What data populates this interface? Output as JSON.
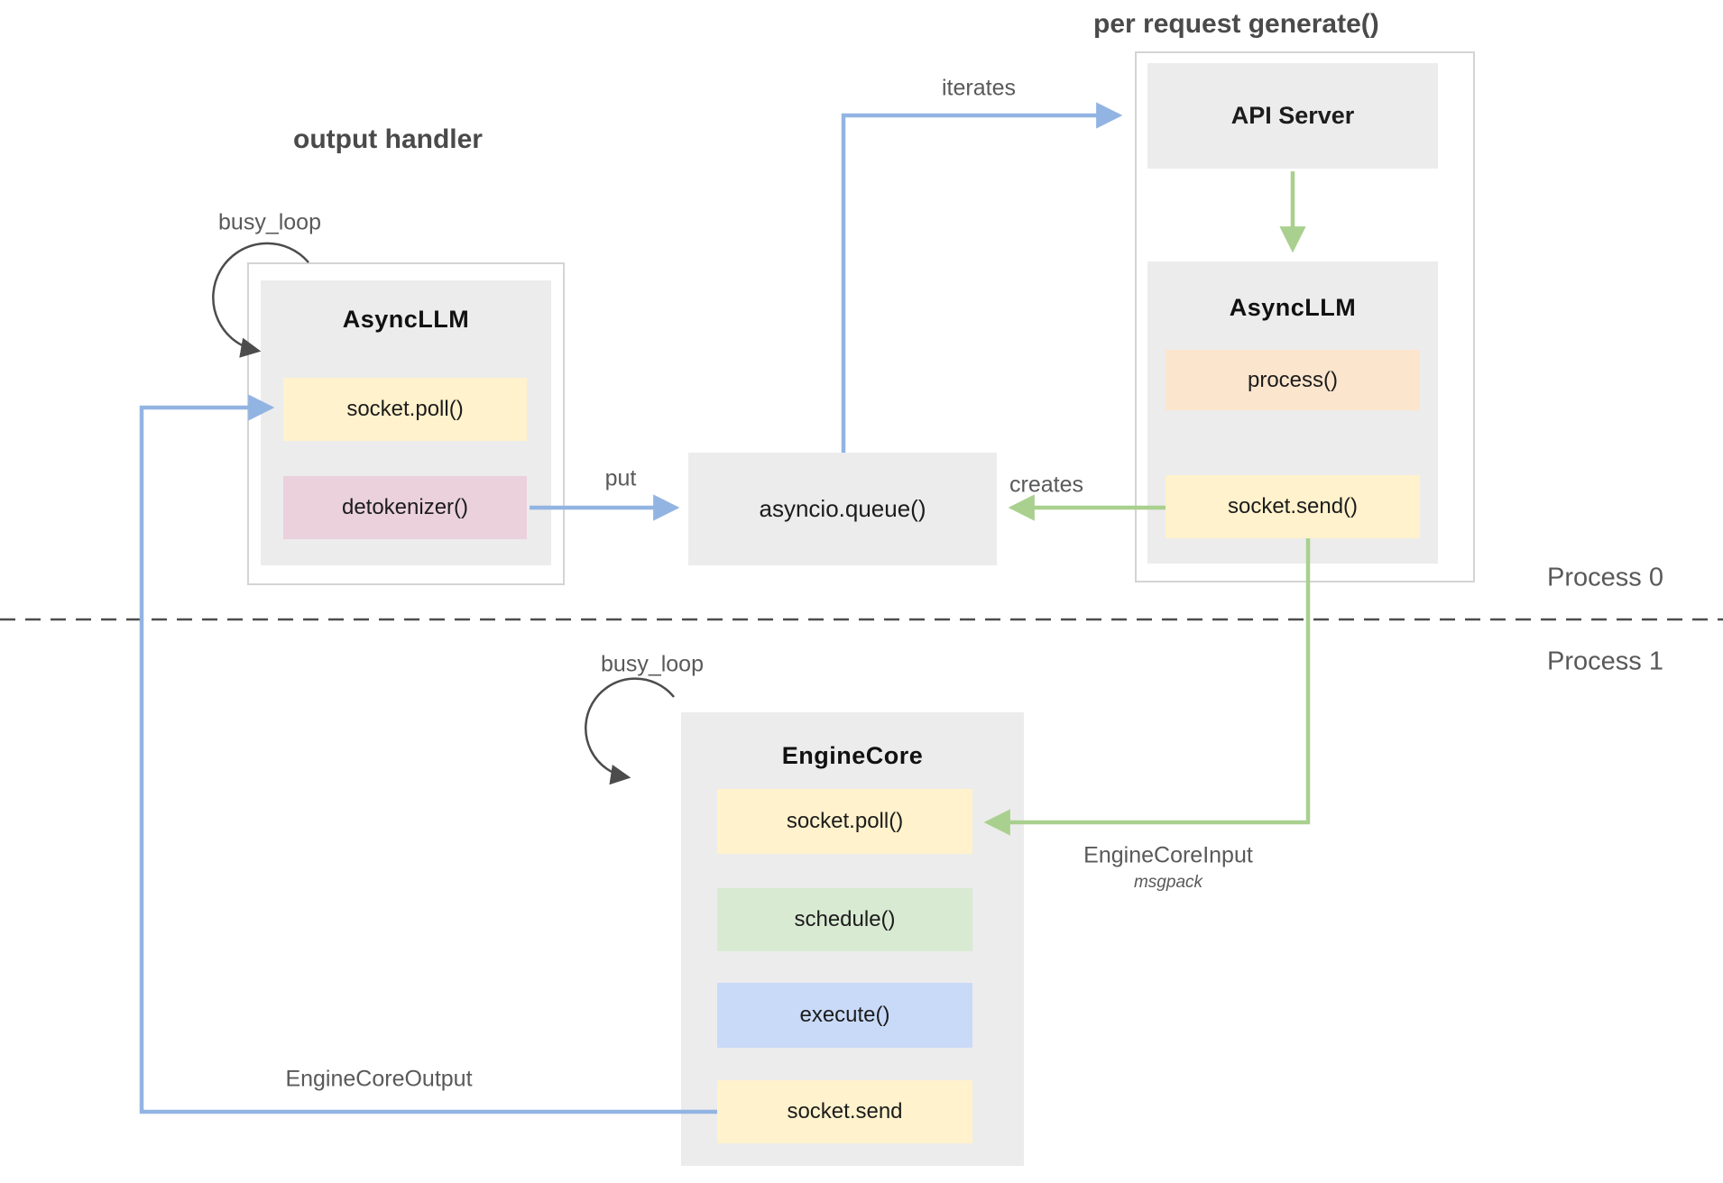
{
  "colors": {
    "node_gray": "#ececec",
    "frame_border": "#d4d4d4",
    "chip_yellow": "#fff2cc",
    "chip_peach": "#fce5cd",
    "chip_pink": "#ead1dc",
    "chip_green": "#d9ead3",
    "chip_blue": "#c9daf8",
    "arrow_blue": "#92b4e2",
    "arrow_green": "#a9d08e",
    "loop_arrow_gray": "#4c4c4c",
    "label_gray": "#595959",
    "divider_gray": "#4d4d4d"
  },
  "titles": {
    "output_handler": "output handler",
    "per_request_generate": "per request generate()"
  },
  "process_labels": {
    "process0": "Process 0",
    "process1": "Process 1"
  },
  "loops": {
    "left_busy_loop": "busy_loop",
    "engine_busy_loop": "busy_loop"
  },
  "nodes": {
    "left_asyncllm": {
      "title": "AsyncLLM",
      "socket_poll": "socket.poll()",
      "detokenizer": "detokenizer()"
    },
    "queue": {
      "label": "asyncio.queue()"
    },
    "api_server": {
      "title": "API Server"
    },
    "right_asyncllm": {
      "title": "AsyncLLM",
      "process": "process()",
      "socket_send": "socket.send()"
    },
    "engine_core": {
      "title": "EngineCore",
      "socket_poll": "socket.poll()",
      "schedule": "schedule()",
      "execute": "execute()",
      "socket_send": "socket.send"
    }
  },
  "edges": {
    "iterates": "iterates",
    "put": "put",
    "creates": "creates",
    "engine_core_input": "EngineCoreInput",
    "engine_core_input_format": "msgpack",
    "engine_core_output": "EngineCoreOutput"
  }
}
